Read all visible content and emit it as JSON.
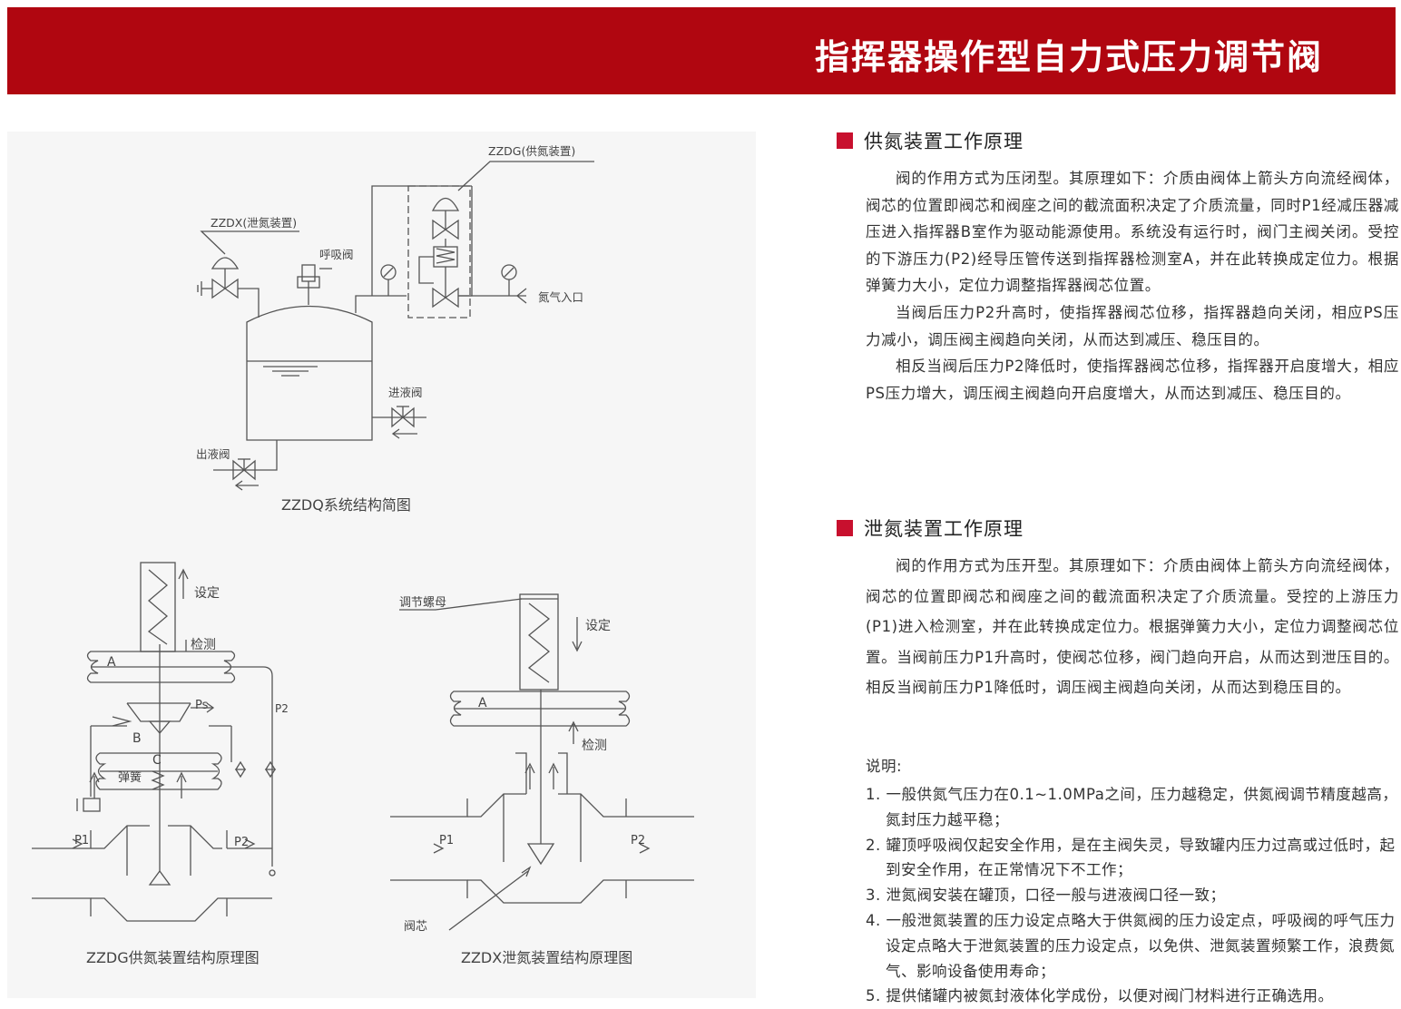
{
  "header": {
    "title": "指挥器操作型自力式压力调节阀"
  },
  "diagrams": {
    "system": {
      "caption": "ZZDQ系统结构简图",
      "label_zzdg": "ZZDG(供氮装置)",
      "label_zzdx": "ZZDX(泄氮装置)",
      "label_breather": "呼吸阀",
      "label_nitrogen_inlet": "氮气入口",
      "label_inlet_valve": "进液阀",
      "label_outlet_valve": "出液阀"
    },
    "zzdg": {
      "caption": "ZZDG供氮装置结构原理图",
      "label_set": "设定",
      "label_detect": "检测",
      "label_a": "A",
      "label_b": "B",
      "label_c": "C",
      "label_ps": "Ps",
      "label_p2": "P2",
      "label_p1": "P1",
      "label_spring": "弹簧"
    },
    "zzdx": {
      "caption": "ZZDX泄氮装置结构原理图",
      "label_nut": "调节螺母",
      "label_set": "设定",
      "label_a": "A",
      "label_detect": "检测",
      "label_p1": "P1",
      "label_p2": "P2",
      "label_core": "阀芯"
    }
  },
  "supply": {
    "title": "供氮装置工作原理",
    "paragraphs": [
      "阀的作用方式为压闭型。其原理如下：介质由阀体上箭头方向流经阀体，阀芯的位置即阀芯和阀座之间的截流面积决定了介质流量，同时P1经减压器减压进入指挥器B室作为驱动能源使用。系统没有运行时，阀门主阀关闭。受控的下游压力(P2)经导压管传送到指挥器检测室A，并在此转换成定位力。根据弹簧力大小，定位力调整指挥器阀芯位置。",
      "当阀后压力P2升高时，使指挥器阀芯位移，指挥器趋向关闭，相应PS压力减小，调压阀主阀趋向关闭，从而达到减压、稳压目的。",
      "相反当阀后压力P2降低时，使指挥器阀芯位移，指挥器开启度增大，相应PS压力增大，调压阀主阀趋向开启度增大，从而达到减压、稳压目的。"
    ]
  },
  "relief": {
    "title": "泄氮装置工作原理",
    "paragraph": "阀的作用方式为压开型。其原理如下：介质由阀体上箭头方向流经阀体，阀芯的位置即阀芯和阀座之间的截流面积决定了介质流量。受控的上游压力(P1)进入检测室，并在此转换成定位力。根据弹簧力大小，定位力调整阀芯位置。当阀前压力P1升高时，使阀芯位移，阀门趋向开启，从而达到泄压目的。相反当阀前压力P1降低时，调压阀主阀趋向关闭，从而达到稳压目的。"
  },
  "notes": {
    "title": "说明:",
    "items": [
      "1. 一般供氮气压力在0.1~1.0MPa之间，压力越稳定，供氮阀调节精度越高，氮封压力越平稳；",
      "2. 罐顶呼吸阀仅起安全作用，是在主阀失灵，导致罐内压力过高或过低时，起到安全作用，在正常情况下不工作；",
      "3. 泄氮阀安装在罐顶，口径一般与进液阀口径一致；",
      "4. 一般泄氮装置的压力设定点略大于供氮阀的压力设定点，呼吸阀的呼气压力设定点略大于泄氮装置的压力设定点，以免供、泄氮装置频繁工作，浪费氮气、影响设备使用寿命；",
      "5. 提供储罐内被氮封液体化学成份，以便对阀门材料进行正确选用。"
    ]
  },
  "colors": {
    "banner": "#b00610",
    "bullet": "#c8102e",
    "line": "#555555"
  }
}
